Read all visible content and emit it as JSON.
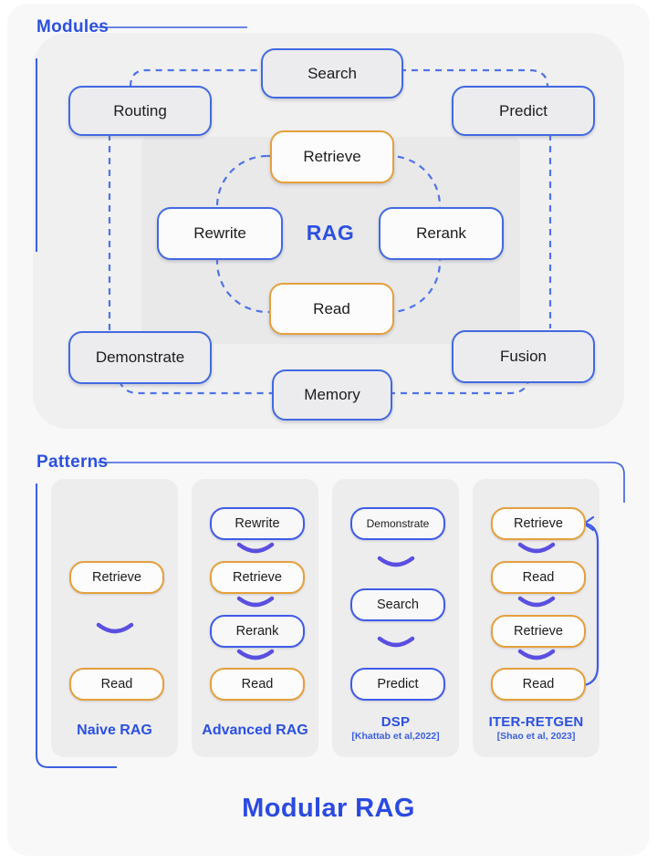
{
  "page_title": "Modular RAG",
  "colors": {
    "accent_blue": "#2b50e0",
    "line_blue": "#3a5fe0",
    "dashed_blue": "#4f73e8",
    "border_blue": "#4169e1",
    "border_orange": "#e5a03c",
    "arrow_purple": "#5a4fe0",
    "module_box_gray": "#ececee",
    "modules_panel_gray": "#f0f0f1",
    "inner_panel_gray": "#e9e9ea",
    "pattern_column_gray": "#ededee"
  },
  "modules": {
    "section_label": "Modules",
    "center_label": "RAG",
    "boxes": {
      "search": {
        "label": "Search"
      },
      "routing": {
        "label": "Routing"
      },
      "predict": {
        "label": "Predict"
      },
      "retrieve": {
        "label": "Retrieve"
      },
      "rewrite": {
        "label": "Rewrite"
      },
      "rerank": {
        "label": "Rerank"
      },
      "read": {
        "label": "Read"
      },
      "demonstrate": {
        "label": "Demonstrate"
      },
      "fusion": {
        "label": "Fusion"
      },
      "memory": {
        "label": "Memory"
      }
    }
  },
  "patterns": {
    "section_label": "Patterns",
    "columns": [
      {
        "name": "Naive RAG",
        "citation": "",
        "steps": [
          {
            "label": "Retrieve",
            "style": "orange"
          },
          {
            "label": "Read",
            "style": "orange"
          }
        ]
      },
      {
        "name": "Advanced RAG",
        "citation": "",
        "steps": [
          {
            "label": "Rewrite",
            "style": "blue"
          },
          {
            "label": "Retrieve",
            "style": "orange"
          },
          {
            "label": "Rerank",
            "style": "blue"
          },
          {
            "label": "Read",
            "style": "orange"
          }
        ]
      },
      {
        "name": "DSP",
        "citation": "[Khattab et al,2022]",
        "steps": [
          {
            "label": "Demonstrate",
            "style": "blue"
          },
          {
            "label": "Search",
            "style": "blue"
          },
          {
            "label": "Predict",
            "style": "blue"
          }
        ]
      },
      {
        "name": "ITER-RETGEN",
        "citation": "[Shao et al, 2023]",
        "loop": "true",
        "steps": [
          {
            "label": "Retrieve",
            "style": "orange"
          },
          {
            "label": "Read",
            "style": "orange"
          },
          {
            "label": "Retrieve",
            "style": "orange"
          },
          {
            "label": "Read",
            "style": "orange"
          }
        ]
      }
    ]
  },
  "footer_title": "Modular RAG"
}
